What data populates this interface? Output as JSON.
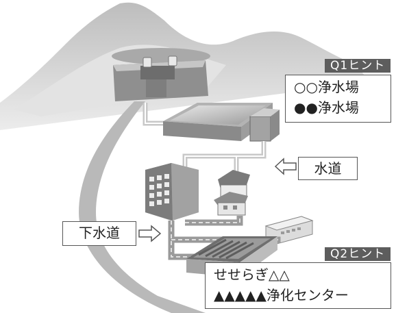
{
  "q1": {
    "tag": "Q1ヒント",
    "lines": [
      "○○浄水場",
      "●●浄水場"
    ]
  },
  "q2": {
    "tag": "Q2ヒント",
    "lines": [
      "せせらぎ△△",
      "▲▲▲▲▲浄化センター"
    ]
  },
  "labels": {
    "water_supply": "水道",
    "sewerage": "下水道"
  },
  "colors": {
    "tag_bg": "#5d5d5d",
    "border": "#555555",
    "mountain": "#d6d6d6",
    "road": "#b9b9b9"
  }
}
